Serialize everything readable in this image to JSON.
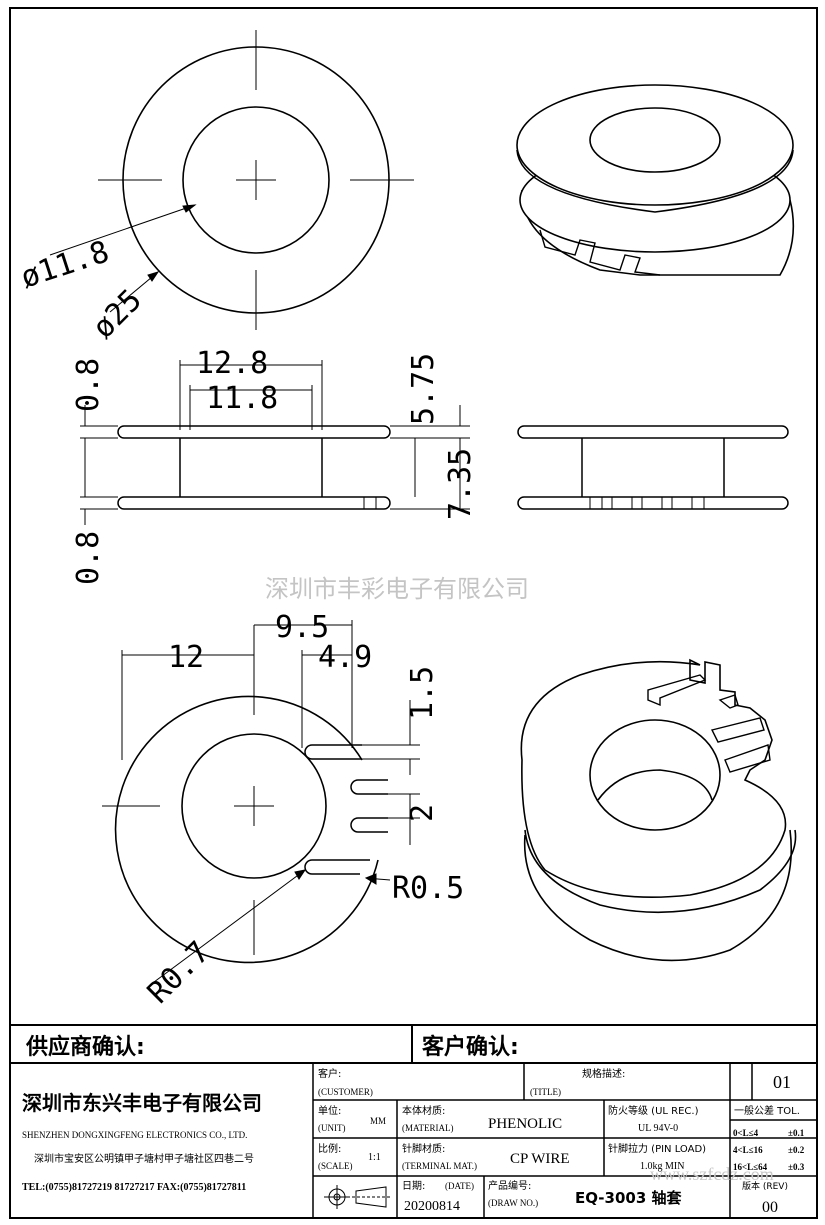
{
  "dimensions": {
    "outer_diameter": "ø25",
    "inner_diameter": "ø11.8",
    "flange_thickness_top": "0.8",
    "flange_thickness_bottom": "0.8",
    "width_12_8": "12.8",
    "width_11_8": "11.8",
    "height_5_75": "5.75",
    "height_7_35": "7.35",
    "dim_12": "12",
    "dim_9_5": "9.5",
    "dim_4_9": "4.9",
    "dim_1_5": "1.5",
    "dim_2": "2",
    "radius_0_5": "R0.5",
    "radius_0_7": "R0.7"
  },
  "watermark": "深圳市丰彩电子有限公司",
  "watermark_url": "www.szfcdz.com",
  "approval": {
    "supplier_label": "供应商确认:",
    "customer_label": "客户确认:"
  },
  "company": {
    "name_cn": "深圳市东兴丰电子有限公司",
    "name_en": "SHENZHEN DONGXINGFENG ELECTRONICS CO., LTD.",
    "address": "深圳市宝安区公明镇甲子塘村甲子塘社区四巷二号",
    "contact": "TEL:(0755)81727219  81727217    FAX:(0755)81727811"
  },
  "title_block": {
    "customer_label_cn": "客户:",
    "customer_label_en": "(CUSTOMER)",
    "title_label_cn": "规格描述:",
    "title_label_en": "(TITLE)",
    "sheet_no": "01",
    "unit_label_cn": "单位:",
    "unit_label_en": "(UNIT)",
    "unit_value": "MM",
    "material_label_cn": "本体材质:",
    "material_label_en": "(MATERIAL)",
    "material_value": "PHENOLIC",
    "fire_label_cn": "防火等级 (UL REC.)",
    "fire_value": "UL 94V-0",
    "tolerance_label": "一般公差 TOL.",
    "tolerances": [
      {
        "range": "0<L≤4",
        "value": "±0.1"
      },
      {
        "range": "4<L≤16",
        "value": "±0.2"
      },
      {
        "range": "16<L≤64",
        "value": "±0.3"
      }
    ],
    "scale_label_cn": "比例:",
    "scale_label_en": "(SCALE)",
    "scale_value": "1:1",
    "terminal_label_cn": "针脚材质:",
    "terminal_label_en": "(TERMINAL MAT.)",
    "terminal_value": "CP WIRE",
    "pin_load_label": "针脚拉力 (PIN LOAD)",
    "pin_load_value": "1.0kg MIN",
    "date_label_cn": "日期:",
    "date_label_en": "(DATE)",
    "date_value": "20200814",
    "drawno_label_cn": "产品编号:",
    "drawno_label_en": "(DRAW NO.)",
    "drawno_value": "EQ-3003 轴套",
    "rev_label": "版本 (REV)",
    "rev_value": "00"
  }
}
